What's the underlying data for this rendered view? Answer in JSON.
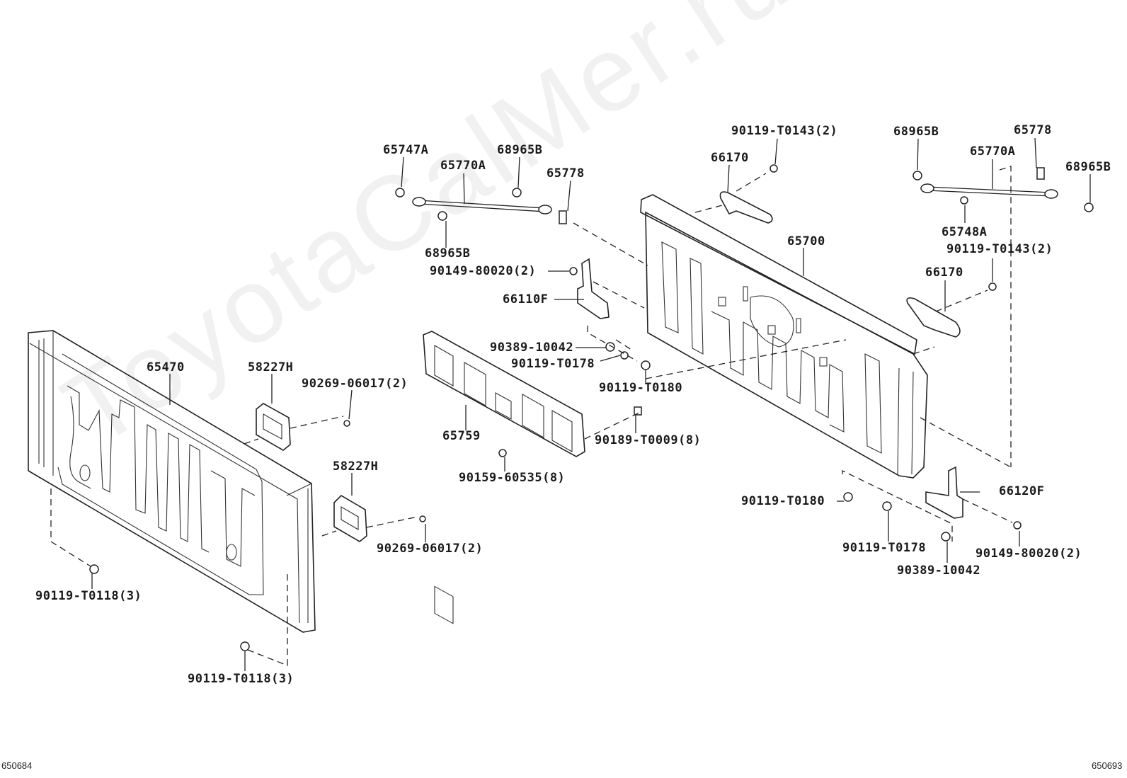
{
  "watermark": "ToyotaCalMer.ru",
  "footer": {
    "left_code": "650684",
    "right_code": "650693"
  },
  "labels": {
    "p65747A": "65747A",
    "p65770A_left": "65770A",
    "p68965B_top_left": "68965B",
    "p65778_left": "65778",
    "p68965B_mid_left": "68965B",
    "p90149_80020_left": "90149-80020(2)",
    "p66110F": "66110F",
    "p90389_10042_left": "90389-10042",
    "p90119_T0178_left": "90119-T0178",
    "p90119_T0180_left": "90119-T0180",
    "p65759": "65759",
    "p90189_T0009": "90189-T0009(8)",
    "p90159_60535": "90159-60535(8)",
    "p65470": "65470",
    "p58227H_top": "58227H",
    "p90269_06017_top": "90269-06017(2)",
    "p58227H_bottom": "58227H",
    "p90269_06017_bottom": "90269-06017(2)",
    "p90119_T0118_left": "90119-T0118(3)",
    "p90119_T0118_bottom": "90119-T0118(3)",
    "p90119_T0143_top": "90119-T0143(2)",
    "p66170_top": "66170",
    "p68965B_top_right": "68965B",
    "p65778_right": "65778",
    "p65770A_right": "65770A",
    "p68965B_far_right": "68965B",
    "p65700": "65700",
    "p65748A": "65748A",
    "p90119_T0143_right": "90119-T0143(2)",
    "p66170_right": "66170",
    "p66120F": "66120F",
    "p90119_T0180_right": "90119-T0180",
    "p90119_T0178_right": "90119-T0178",
    "p90149_80020_right": "90149-80020(2)",
    "p90389_10042_right": "90389-10042"
  }
}
